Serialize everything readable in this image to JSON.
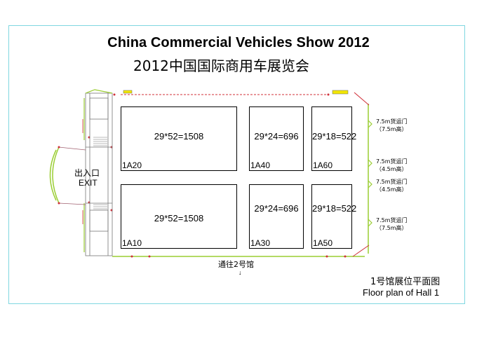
{
  "title_en": "China Commercial Vehicles Show 2012",
  "title_cn": "2012中国国际商用车展览会",
  "booths": [
    {
      "code": "1A20",
      "area": "29*52=1508"
    },
    {
      "code": "1A40",
      "area": "29*24=696"
    },
    {
      "code": "1A60",
      "area": "29*18=522"
    },
    {
      "code": "1A10",
      "area": "29*52=1508"
    },
    {
      "code": "1A30",
      "area": "29*24=696"
    },
    {
      "code": "1A50",
      "area": "29*18=522"
    }
  ],
  "exit": {
    "cn": "出入口",
    "en": "EXIT"
  },
  "doors": [
    {
      "line1": "7.5m货运门",
      "line2": "（7.5m高）"
    },
    {
      "line1": "7.5m货运门",
      "line2": "（4.5m高）"
    },
    {
      "line1": "7.5m货运门",
      "line2": "（4.5m高）"
    },
    {
      "line1": "7.5m货运门",
      "line2": "（7.5m高）"
    }
  ],
  "passage": "通往2号馆",
  "passage_arrow": "↓",
  "plan_cn": "1号馆展位平面图",
  "plan_en": "Floor plan of Hall 1",
  "colors": {
    "frame": "#7fd7e0",
    "wall_green": "#9acd32",
    "wall_red": "#d0303a",
    "accent_yellow": "#f2e600"
  }
}
